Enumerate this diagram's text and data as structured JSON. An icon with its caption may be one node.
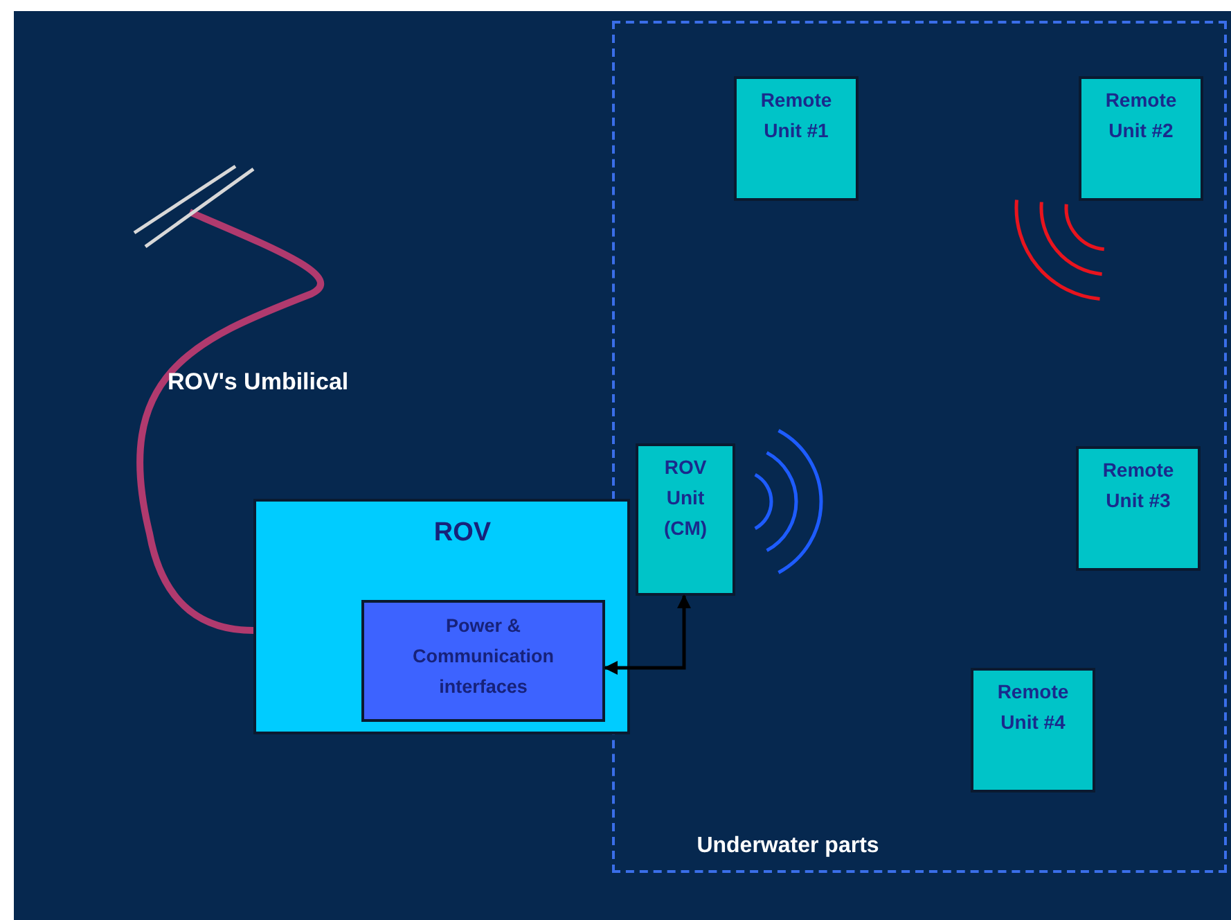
{
  "diagram": {
    "nodes": [
      {
        "text": [
          "Underwater parts"
        ]
      },
      {
        "text": [
          "Remote Unit #1"
        ],
        "in": 0
      },
      {
        "text": [
          "Remote Unit #2"
        ],
        "in": 0
      },
      {
        "text": [
          "ROV Unit (CM)"
        ],
        "in": 0
      },
      {
        "text": [
          "Remote Unit #3"
        ],
        "in": 0
      },
      {
        "text": [
          "Remote Unit #4"
        ],
        "in": 0
      },
      {
        "text": [
          "ROV",
          "Power & Communication interfaces"
        ]
      },
      {
        "text": [],
        "shape": "bar"
      }
    ],
    "edges": [
      {
        "from": 3,
        "to": 6,
        "arrow": "both"
      },
      {
        "from": 7,
        "to": 6,
        "arrow": "none",
        "label": "ROV's Umbilical",
        "style": "thick",
        "color": "#b03a6e"
      }
    ]
  }
}
